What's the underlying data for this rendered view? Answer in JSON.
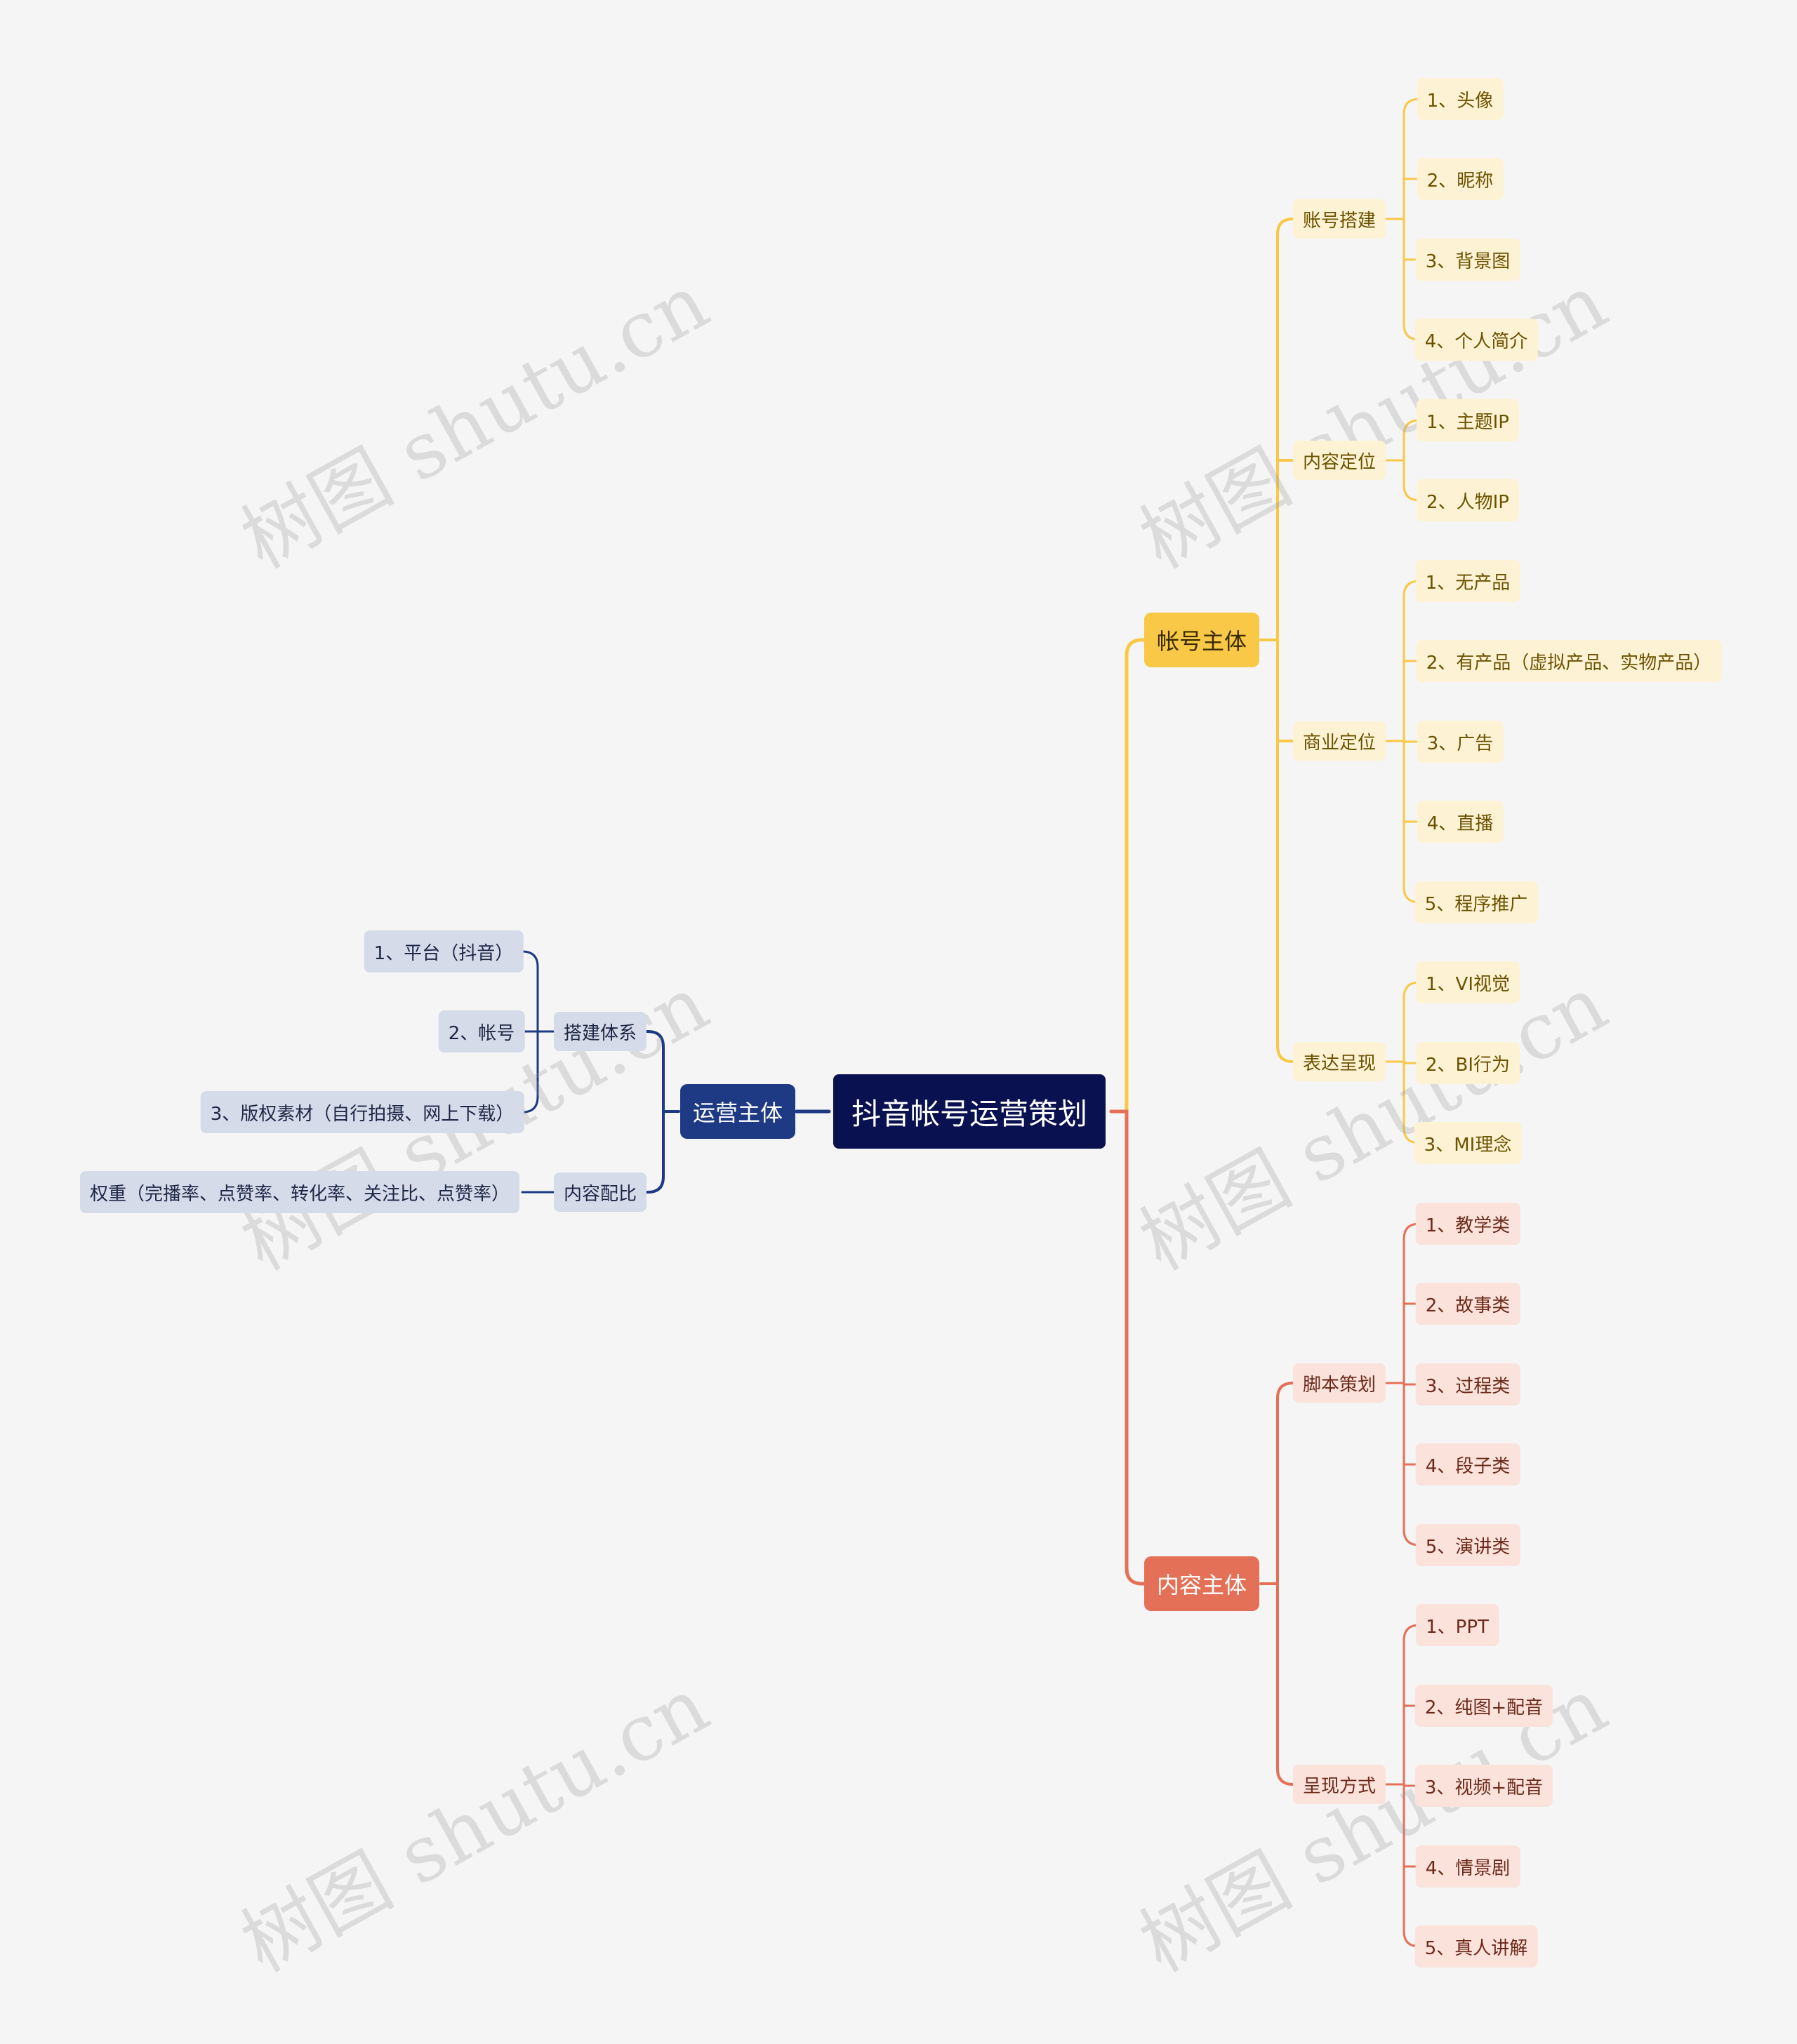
{
  "root": {
    "label": "抖音帐号运营策划"
  },
  "watermark": "树图 shutu.cn",
  "colors": {
    "yellow": "#f9c846",
    "red": "#e47157",
    "navy": "#1e3a84",
    "root": "#0a1150"
  },
  "branches": [
    {
      "label": "帐号主体",
      "color": "yellow",
      "children": [
        {
          "label": "账号搭建",
          "children": [
            "1、头像",
            "2、昵称",
            "3、背景图",
            "4、个人简介"
          ]
        },
        {
          "label": "内容定位",
          "children": [
            "1、主题IP",
            "2、人物IP"
          ]
        },
        {
          "label": "商业定位",
          "children": [
            "1、无产品",
            "2、有产品（虚拟产品、实物产品）",
            "3、广告",
            "4、直播",
            "5、程序推广"
          ]
        },
        {
          "label": "表达呈现",
          "children": [
            "1、VI视觉",
            "2、BI行为",
            "3、MI理念"
          ]
        }
      ]
    },
    {
      "label": "内容主体",
      "color": "red",
      "children": [
        {
          "label": "脚本策划",
          "children": [
            "1、教学类",
            "2、故事类",
            "3、过程类",
            "4、段子类",
            "5、演讲类"
          ]
        },
        {
          "label": "呈现方式",
          "children": [
            "1、PPT",
            "2、纯图+配音",
            "3、视频+配音",
            "4、情景剧",
            "5、真人讲解"
          ]
        }
      ]
    },
    {
      "label": "运营主体",
      "color": "navy",
      "children": [
        {
          "label": "搭建体系",
          "children": [
            "1、平台（抖音）",
            "2、帐号",
            "3、版权素材（自行拍摄、网上下载）"
          ]
        },
        {
          "label": "内容配比",
          "children": [
            "权重（完播率、点赞率、转化率、关注比、点赞率）"
          ]
        }
      ]
    }
  ]
}
